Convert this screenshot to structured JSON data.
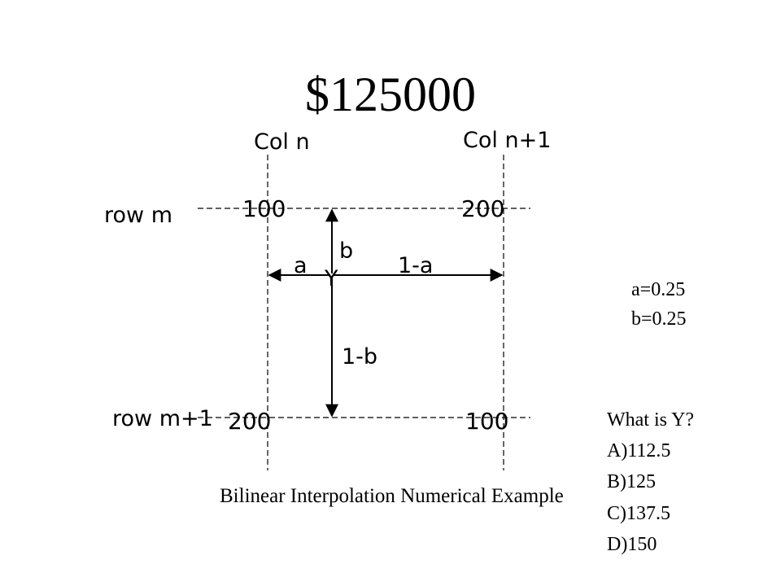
{
  "title": "$125000",
  "columns": {
    "left": "Col n",
    "right": "Col n+1"
  },
  "rows": {
    "top": "row m",
    "bottom": "row m+1"
  },
  "grid_values": {
    "top_left": "100",
    "top_right": "200",
    "bottom_left": "200",
    "bottom_right": "100"
  },
  "offsets": {
    "a": "a",
    "one_minus_a": "1-a",
    "b": "b",
    "one_minus_b": "1-b",
    "point": "Y"
  },
  "params": {
    "a": "a=0.25",
    "b": "b=0.25"
  },
  "caption": "Bilinear Interpolation Numerical Example",
  "question": {
    "prompt": "What is Y?",
    "options": [
      "A)112.5",
      "B)125",
      "C)137.5",
      "D)150"
    ]
  }
}
